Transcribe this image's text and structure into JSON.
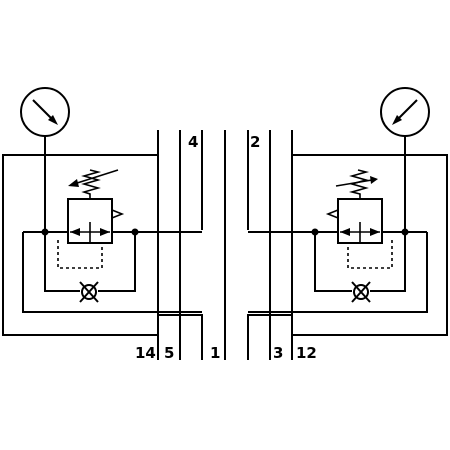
{
  "diagram": {
    "type": "pneumatic-schematic",
    "colors": {
      "line": "#000000",
      "background": "#ffffff"
    },
    "port_labels": {
      "p4": "4",
      "p2": "2",
      "p14": "14",
      "p5": "5",
      "p1": "1",
      "p3": "3",
      "p12": "12"
    },
    "units": [
      {
        "side": "left",
        "symbol": "pressure-regulator",
        "gauge": "pressure-gauge-icon",
        "check_valve": "check-valve-icon"
      },
      {
        "side": "right",
        "symbol": "pressure-regulator",
        "gauge": "pressure-gauge-icon",
        "check_valve": "check-valve-icon"
      }
    ]
  }
}
